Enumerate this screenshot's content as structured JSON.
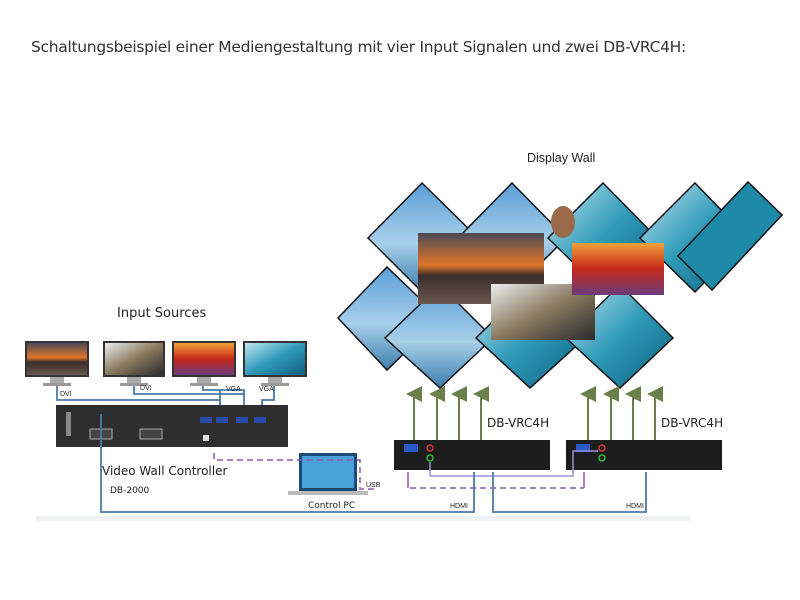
{
  "heading": "Schaltungsbeispiel einer Mediengestaltung mit vier Input Signalen und zwei DB-VRC4H:",
  "display_wall": {
    "title": "Display Wall",
    "panel_count": 9
  },
  "input_sources": {
    "title": "Input Sources",
    "monitors": [
      {
        "name": "monitor-1",
        "signal": "DVI"
      },
      {
        "name": "monitor-2",
        "signal": "DVI"
      },
      {
        "name": "monitor-3",
        "signal": "VGA"
      },
      {
        "name": "monitor-4",
        "signal": "VGA"
      }
    ]
  },
  "controller": {
    "title": "Video Wall Controller",
    "model": "DB-2000"
  },
  "devices": [
    {
      "model": "DB-VRC4H"
    },
    {
      "model": "DB-VRC4H"
    }
  ],
  "control_pc": {
    "label": "Control PC"
  },
  "connections": {
    "usb": "USB",
    "hdmi_1": "HDMI",
    "hdmi_2": "HDMI"
  },
  "colors": {
    "cable_blue": "#4a7aa6",
    "usb_purple": "#8a5ab0",
    "loop_lilac": "#9b8fd8",
    "output_green": "#6b7f4a",
    "device_body": "#1c1c1c"
  }
}
